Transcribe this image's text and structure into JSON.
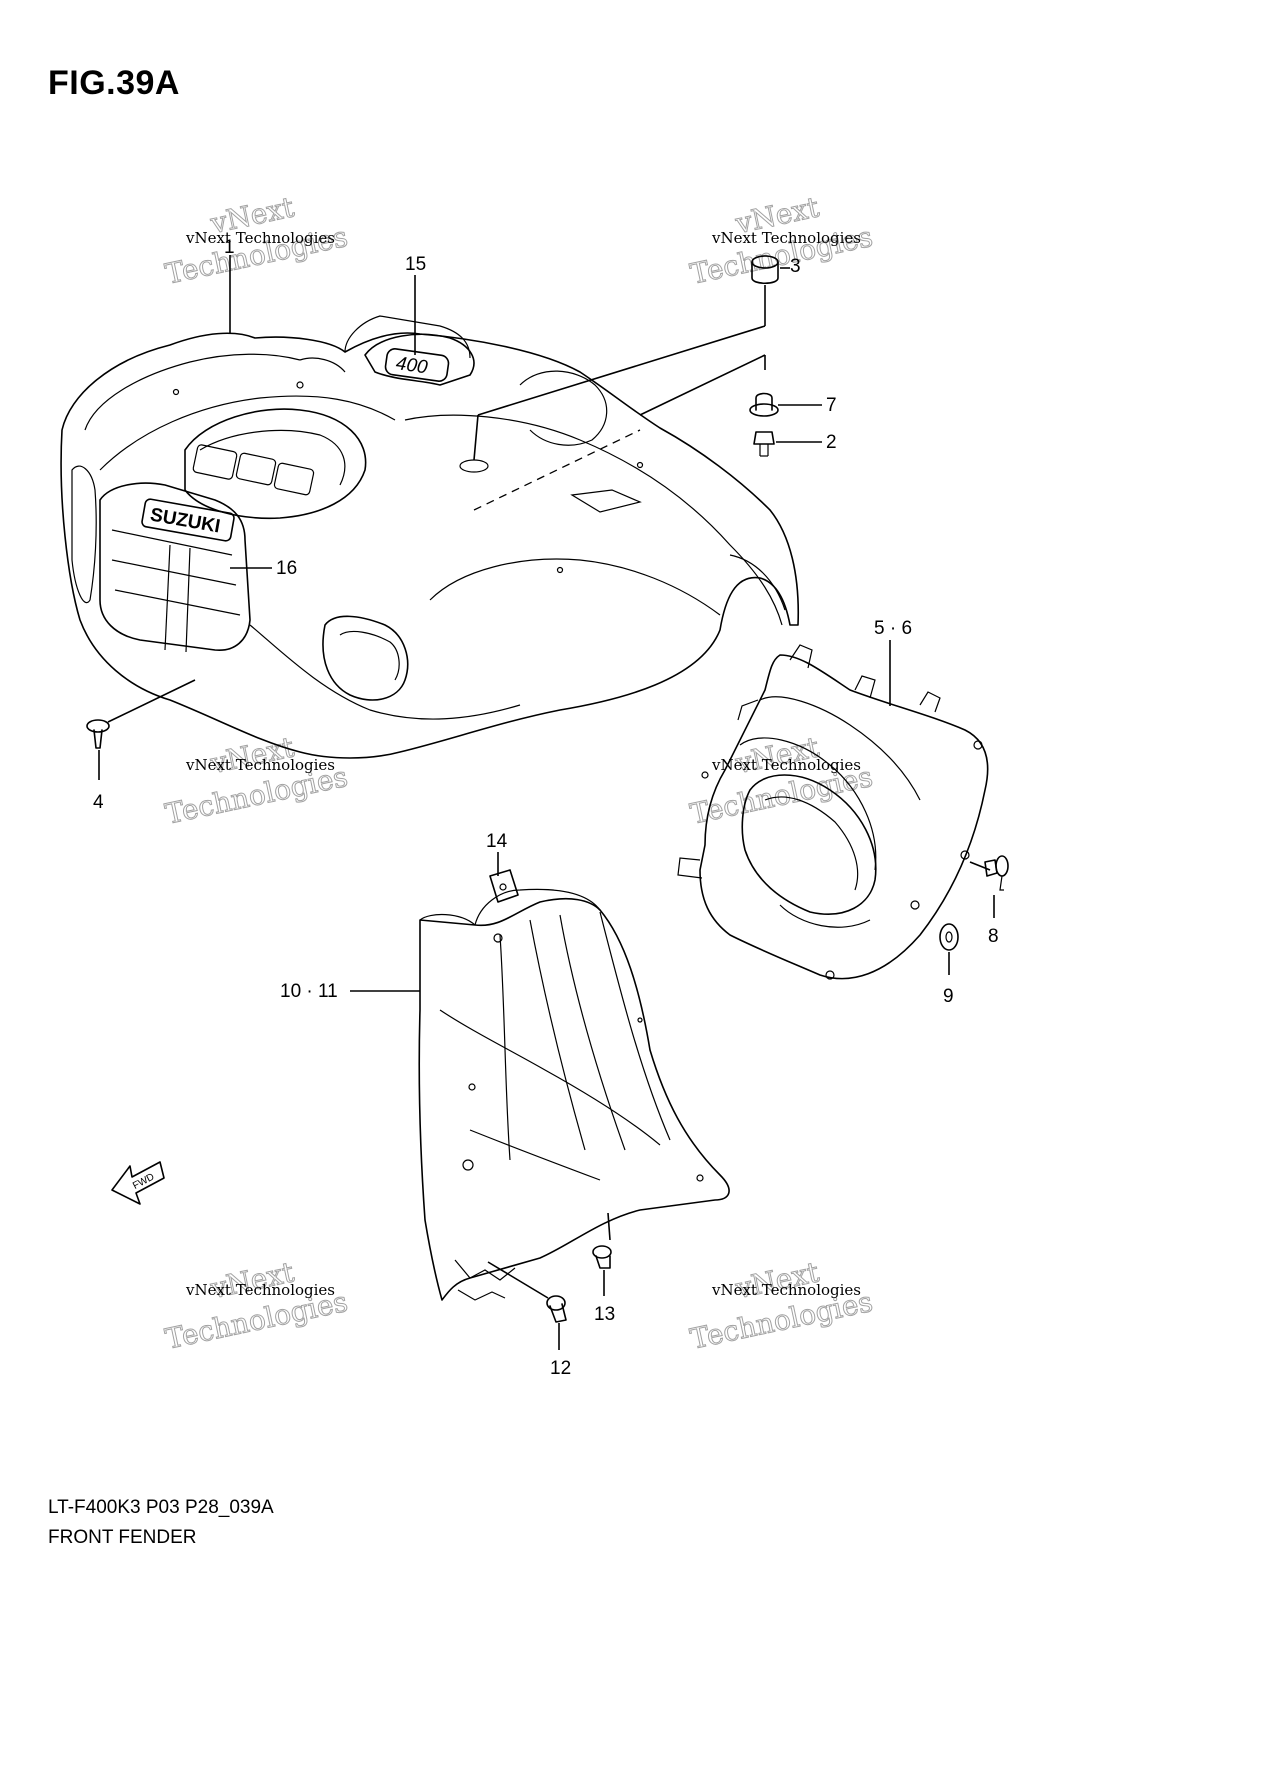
{
  "figure_title": "FIG.39A",
  "footer": {
    "code": "LT-F400K3 P03 P28_039A",
    "name": "FRONT FENDER"
  },
  "fwd_label": "FWD",
  "emblems": {
    "badge": "400",
    "hood_badge": "400",
    "brand": "SUZUKI"
  },
  "callouts": [
    {
      "id": "c1",
      "label": "1"
    },
    {
      "id": "c2",
      "label": "2"
    },
    {
      "id": "c3",
      "label": "3"
    },
    {
      "id": "c4",
      "label": "4"
    },
    {
      "id": "c56",
      "label": "5 · 6"
    },
    {
      "id": "c7",
      "label": "7"
    },
    {
      "id": "c8",
      "label": "8"
    },
    {
      "id": "c9",
      "label": "9"
    },
    {
      "id": "c1011",
      "label": "10 · 11"
    },
    {
      "id": "c12",
      "label": "12"
    },
    {
      "id": "c13",
      "label": "13"
    },
    {
      "id": "c14",
      "label": "14"
    },
    {
      "id": "c15",
      "label": "15"
    },
    {
      "id": "c16",
      "label": "16"
    }
  ],
  "watermark": {
    "line_a": "vNext Technologies",
    "line_b": "vNext",
    "line_c": "Technologies"
  }
}
